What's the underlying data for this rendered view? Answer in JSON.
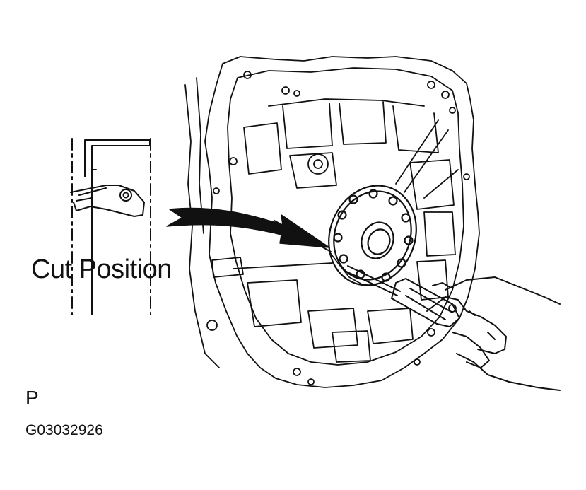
{
  "labels": {
    "cut_position": "Cut Position",
    "view_marker": "P",
    "figure_code": "G03032926"
  },
  "colors": {
    "ink": "#111111",
    "paper": "#ffffff"
  },
  "icons": [
    "engine-block-illustration",
    "oil-seal-icon",
    "screwdriver-icon",
    "hand-icon",
    "pointer-arrow-icon",
    "detail-inset"
  ]
}
